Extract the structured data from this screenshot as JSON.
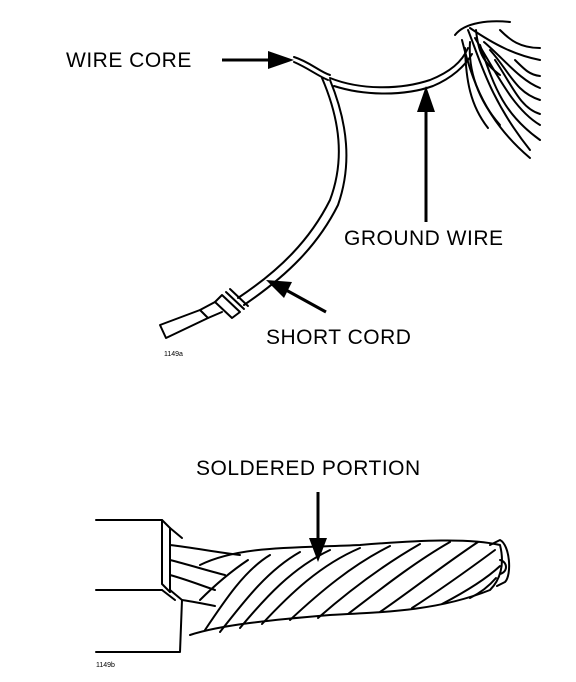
{
  "figure_1": {
    "labels": {
      "wire_core": "WIRE CORE",
      "ground_wire": "GROUND WIRE",
      "short_cord": "SHORT CORD"
    },
    "figure_code": "1149a"
  },
  "figure_2": {
    "labels": {
      "soldered_portion": "SOLDERED PORTION"
    },
    "figure_code": "1149b"
  },
  "colors": {
    "ink": "#000000",
    "background": "#ffffff"
  }
}
